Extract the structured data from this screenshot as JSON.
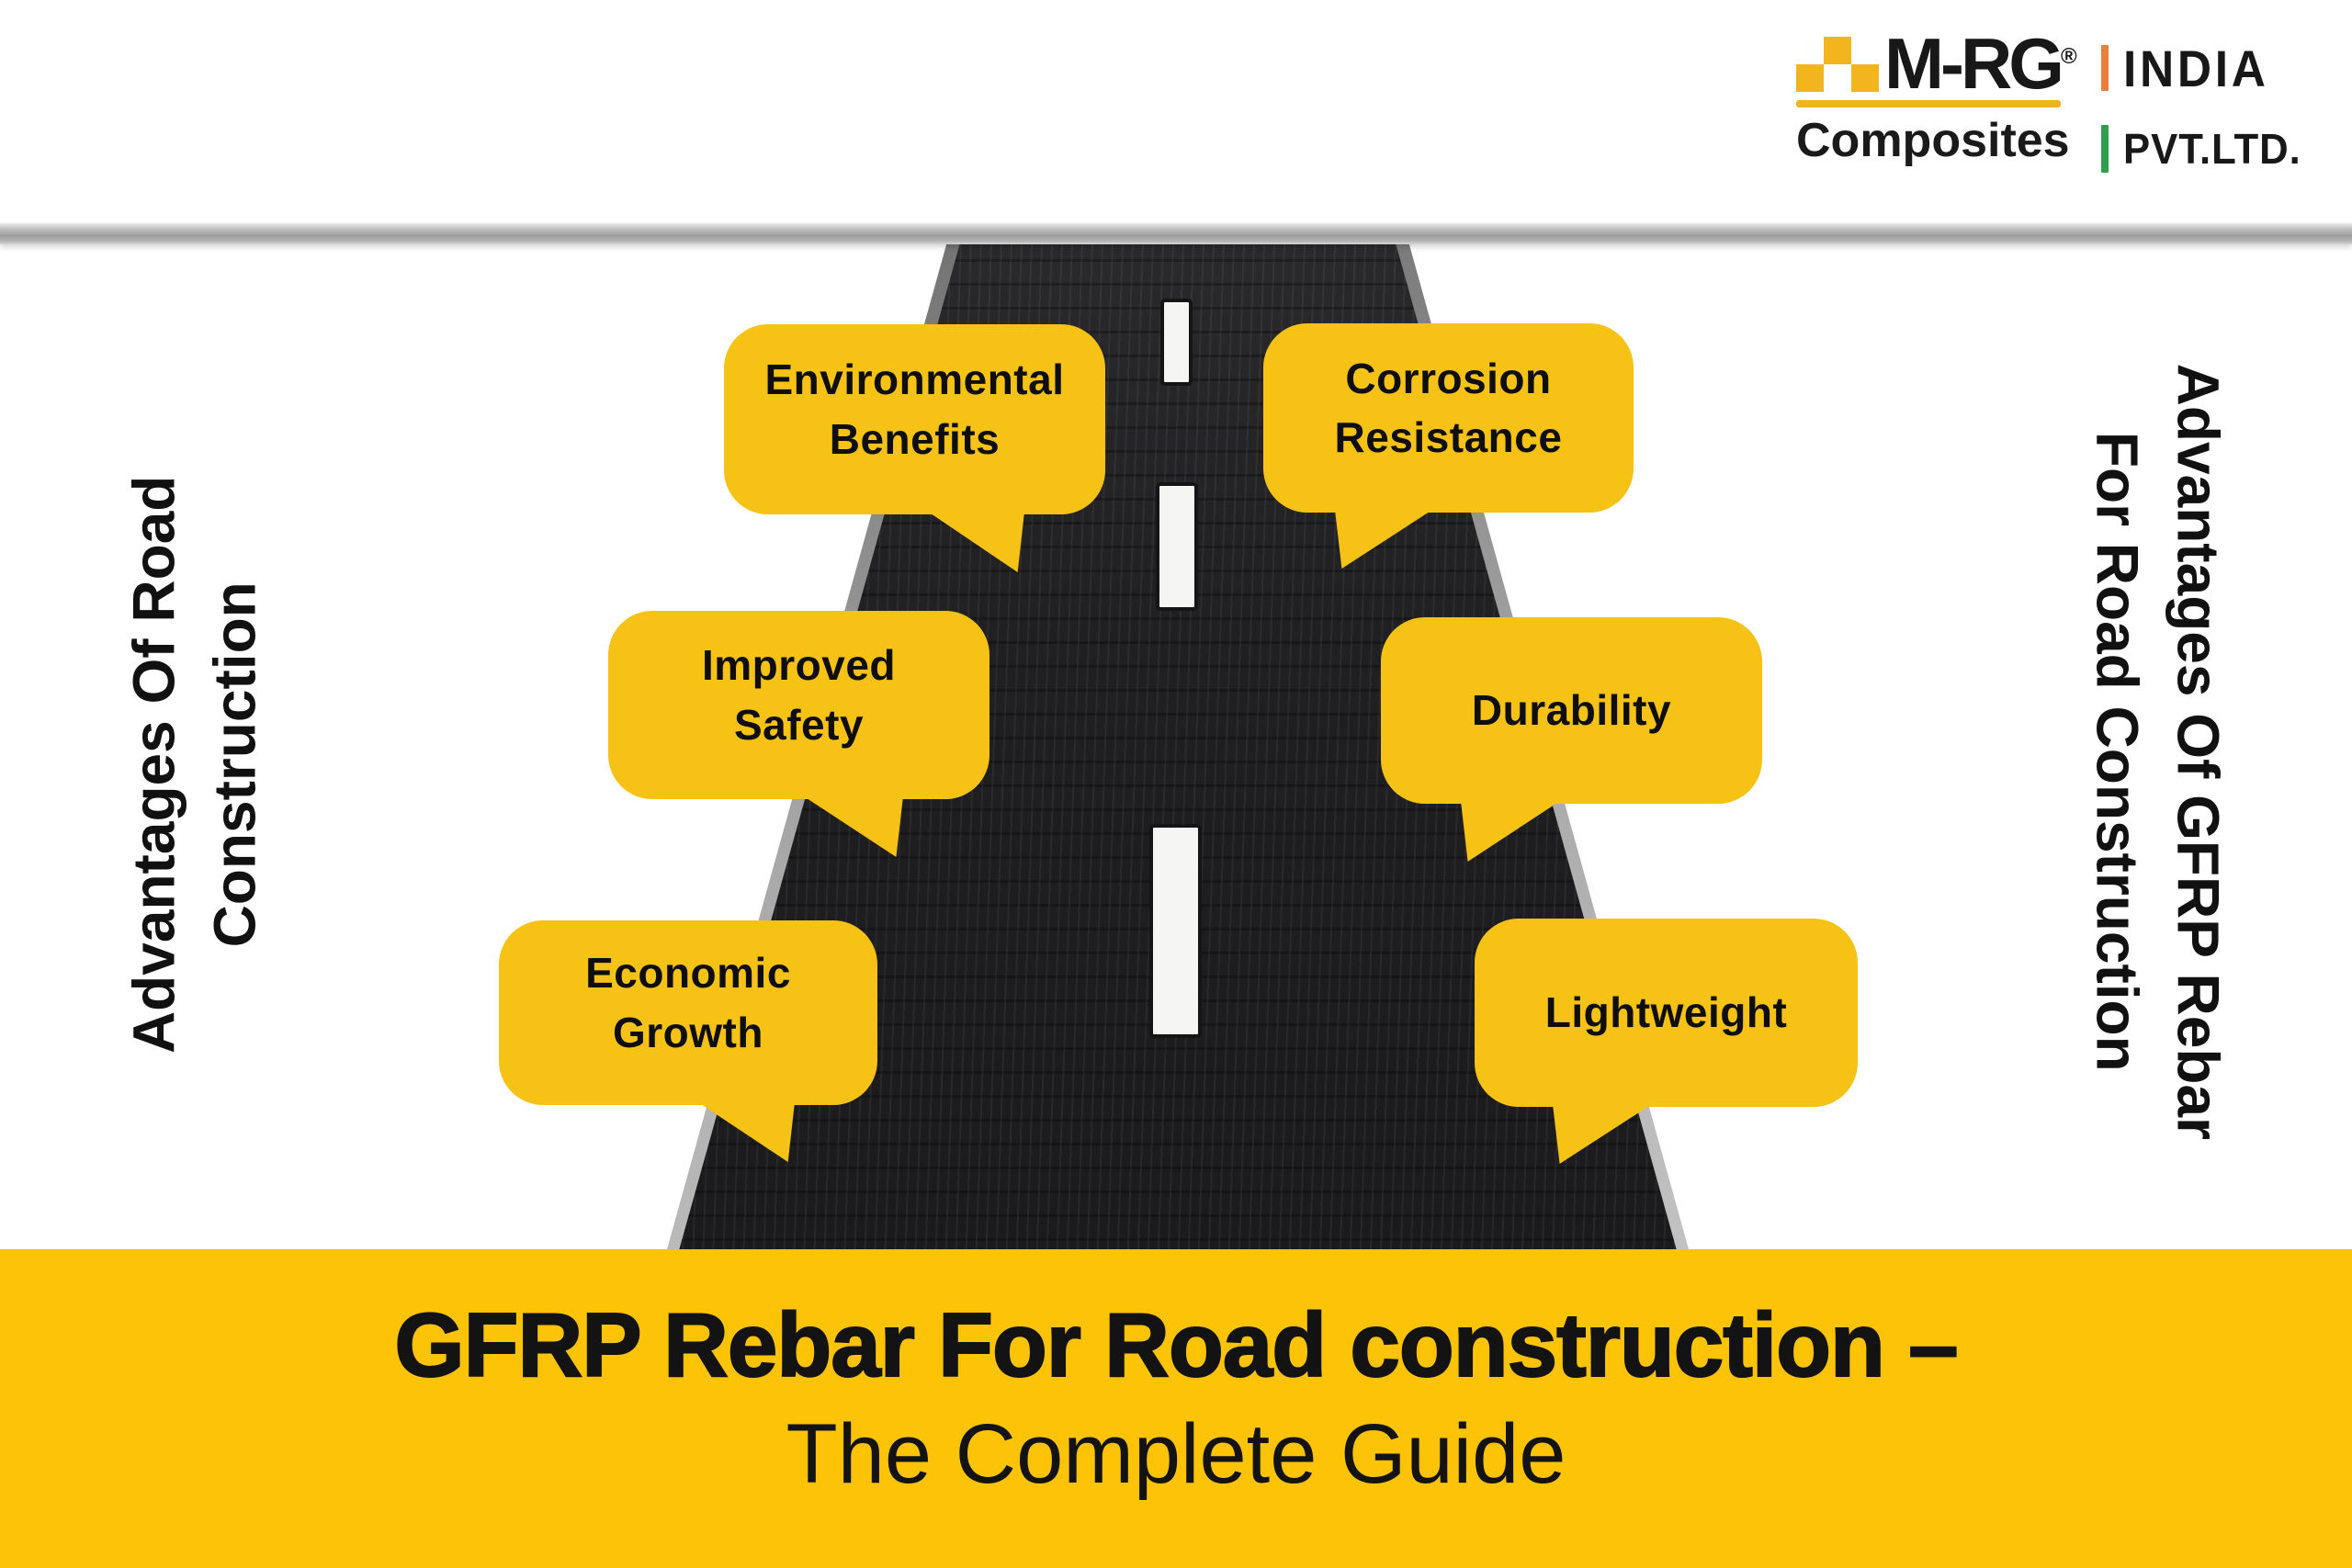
{
  "logo": {
    "brand": "M-RG",
    "registered": "®",
    "division": "Composites",
    "region": "INDIA",
    "entity": "PVT.LTD.",
    "icon": "checkerboard-squares-icon",
    "colors": {
      "squares": "#F2B51D",
      "underline": "#F0B31B",
      "india_bar": "#E8803C",
      "pvtltd_bar": "#2F9E4F"
    }
  },
  "side_labels": {
    "left": {
      "line1": "Advantages Of Road",
      "line2": "Construction"
    },
    "right": {
      "line1": "Advantages Of GFRP Rebar",
      "line2": "For Road Construction"
    }
  },
  "bubbles": [
    {
      "line1": "Environmental",
      "line2": "Benefits"
    },
    {
      "line1": "Corrosion",
      "line2": "Resistance"
    },
    {
      "line1": "Improved",
      "line2": "Safety"
    },
    {
      "line1": "Durability"
    },
    {
      "line1": "Economic",
      "line2": "Growth"
    },
    {
      "line1": "Lightweight"
    }
  ],
  "banner": {
    "line1": "GFRP Rebar For Road construction –",
    "line2": "The Complete Guide",
    "background": "#FDC306"
  },
  "road": {
    "dash_count": 3,
    "surface_color": "#1F1F21",
    "marking_color": "#F5F5F3",
    "edge_color": "#A9A9A9"
  },
  "colors": {
    "bubble_yellow": "#F6C216",
    "text_black": "#121212",
    "page_background": "#FFFFFF"
  }
}
